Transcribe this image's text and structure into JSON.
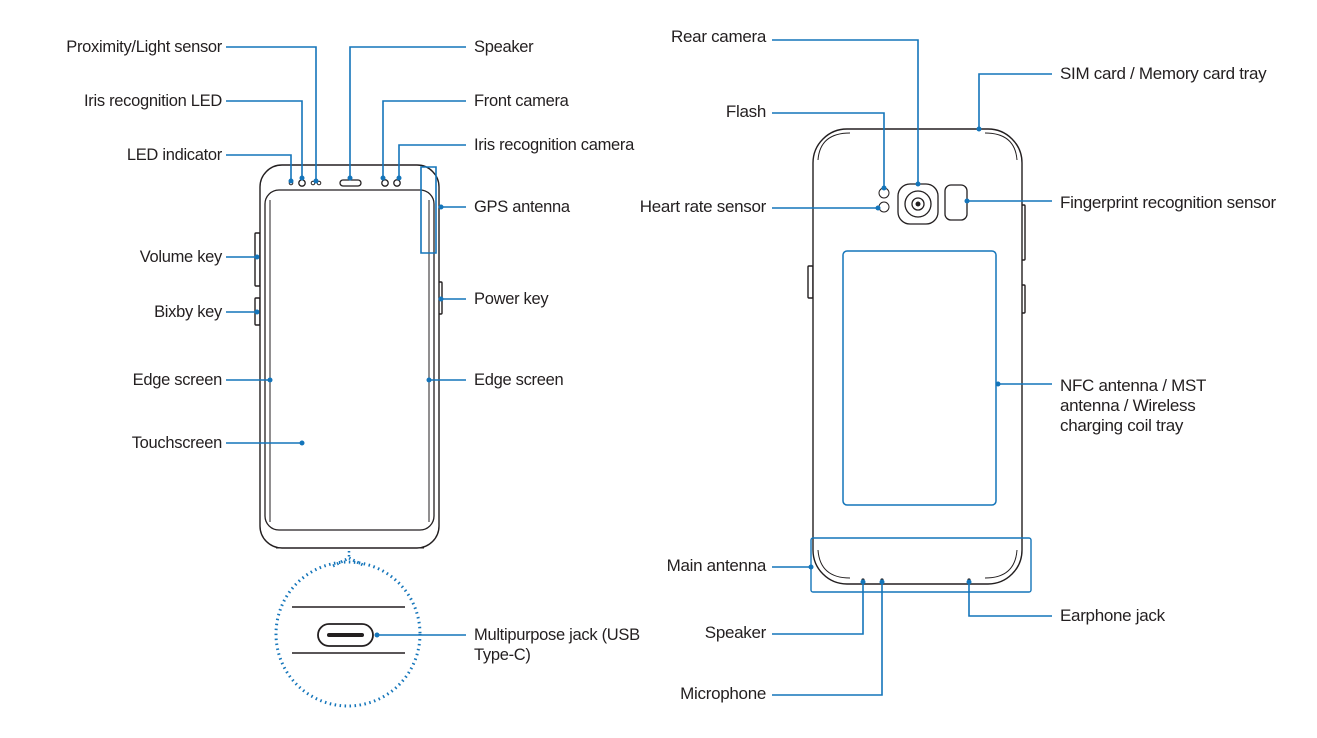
{
  "front_labels": {
    "proximity": "Proximity/Light sensor",
    "iris_led": "Iris recognition LED",
    "led_indicator": "LED indicator",
    "volume_key": "Volume key",
    "bixby_key": "Bixby key",
    "edge_screen_left": "Edge screen",
    "touchscreen": "Touchscreen",
    "speaker": "Speaker",
    "front_camera": "Front camera",
    "iris_camera": "Iris recognition camera",
    "gps_antenna": "GPS antenna",
    "power_key": "Power key",
    "edge_screen_right": "Edge screen",
    "multipurpose_jack": "Multipurpose jack (USB Type-C)"
  },
  "back_labels": {
    "rear_camera": "Rear camera",
    "flash": "Flash",
    "heart_rate": "Heart rate sensor",
    "main_antenna": "Main antenna",
    "speaker": "Speaker",
    "microphone": "Microphone",
    "sim_tray": "SIM card / Memory card tray",
    "fingerprint": "Fingerprint recognition sensor",
    "nfc": "NFC antenna / MST antenna / Wireless charging coil tray",
    "earphone_jack": "Earphone jack"
  },
  "colors": {
    "callout": "#1475ba",
    "outline": "#231f20",
    "text": "#231f20"
  }
}
